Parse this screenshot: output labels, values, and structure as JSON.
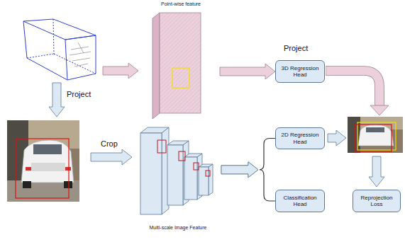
{
  "diagram": {
    "nodes": [
      {
        "text": [
          "Point-wise feature"
        ]
      },
      {
        "text": [
          "3D Regression Head"
        ]
      },
      {
        "text": [
          "Multi-scale Image Feature"
        ]
      },
      {
        "text": [
          "2D Regression Head"
        ]
      },
      {
        "text": [
          "Classification Head"
        ]
      },
      {
        "text": [
          "Reprojection Loss"
        ]
      }
    ],
    "edges": [
      {
        "from": 0,
        "to": 1,
        "arrow": "to"
      },
      {
        "from": 2,
        "to": 3,
        "arrow": "to"
      },
      {
        "from": 2,
        "to": 4,
        "arrow": "to"
      }
    ],
    "labels": [
      "Project",
      "Crop",
      "Project"
    ]
  }
}
